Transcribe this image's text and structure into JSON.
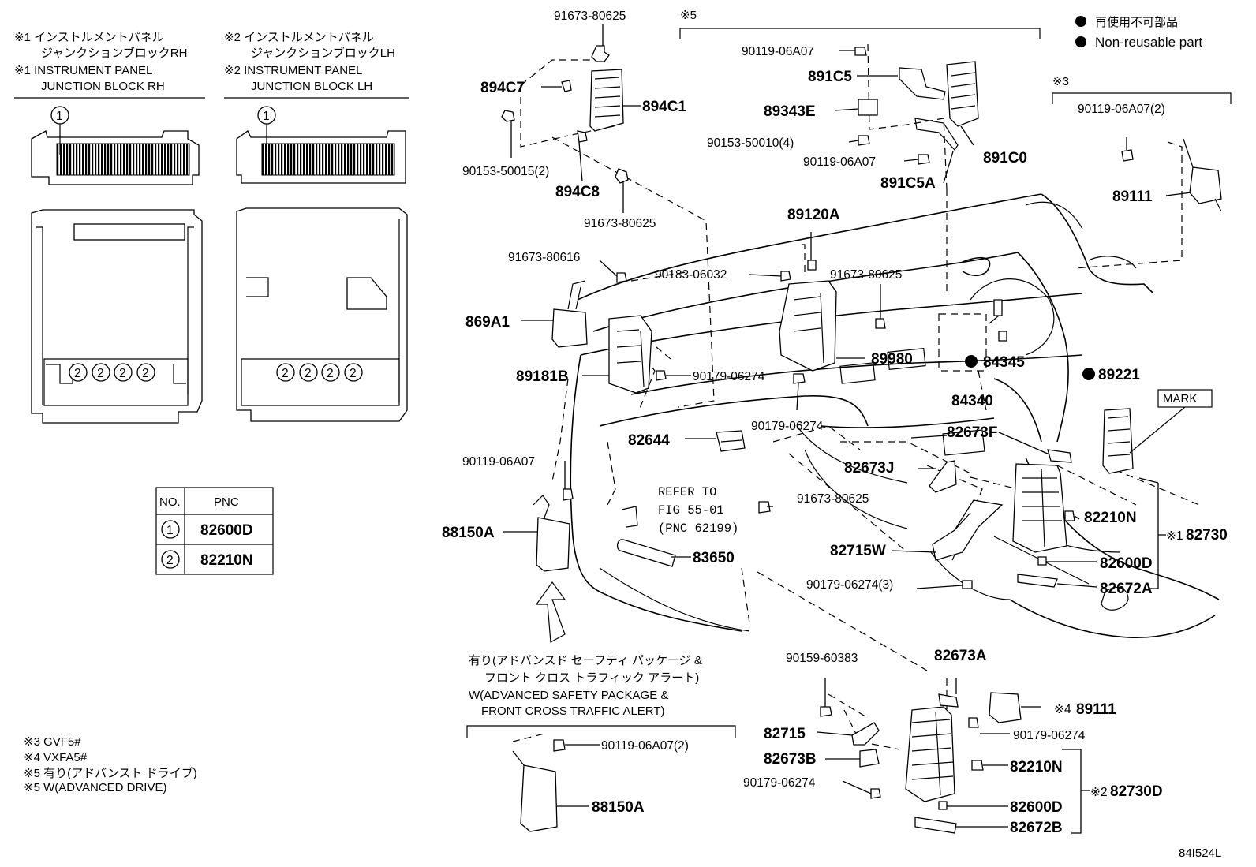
{
  "legend": {
    "jp": "再使用不可部品",
    "en": "Non-reusable part"
  },
  "junction_blocks": {
    "rh": {
      "jp_line1": "※1 インストルメントパネル",
      "jp_line2": "ジャンクションブロックRH",
      "en_line1": "※1 INSTRUMENT PANEL",
      "en_line2": "JUNCTION BLOCK RH"
    },
    "lh": {
      "jp_line1": "※2 インストルメントパネル",
      "jp_line2": "ジャンクションブロックLH",
      "en_line1": "※2 INSTRUMENT PANEL",
      "en_line2": "JUNCTION BLOCK LH"
    }
  },
  "callouts": {
    "one": "1",
    "two": "2"
  },
  "pnc_table": {
    "headers": [
      "NO.",
      "PNC"
    ],
    "rows": [
      {
        "no": "1",
        "pnc": "82600D"
      },
      {
        "no": "2",
        "pnc": "82210N"
      }
    ]
  },
  "footnotes": [
    "※3 GVF5#",
    "※4 VXFA5#",
    "※5 有り(アドバンスト ドライブ)",
    "※5 W(ADVANCED DRIVE)"
  ],
  "markers": {
    "m5": "※5",
    "m3": "※3"
  },
  "mark_label": "MARK",
  "safety_package": {
    "jp_line1": "有り(アドバンスド セーフティ パッケージ &",
    "jp_line2": "フロント クロス トラフィック アラート)",
    "en_line1": "W(ADVANCED SAFETY PACKAGE &",
    "en_line2": "FRONT CROSS TRAFFIC ALERT)"
  },
  "refer": {
    "line1": "REFER TO",
    "line2": "FIG 55-01",
    "line3": "(PNC 62199)"
  },
  "parts": {
    "p91673_80625_a": "91673-80625",
    "p894C7": "894C7",
    "p894C1": "894C1",
    "p90153_50015": "90153-50015(2)",
    "p894C8": "894C8",
    "p91673_80625_b": "91673-80625",
    "p90119_06A07_a": "90119-06A07",
    "p891C5": "891C5",
    "p89343E": "89343E",
    "p90153_50010": "90153-50010(4)",
    "p90119_06A07_b": "90119-06A07",
    "p891C0": "891C0",
    "p891C5A": "891C5A",
    "p90119_06A07_2a": "90119-06A07(2)",
    "p89111_a": "89111",
    "p89120A": "89120A",
    "p91673_80616": "91673-80616",
    "p90183_06032": "90183-06032",
    "p91673_80625_c": "91673-80625",
    "p869A1": "869A1",
    "p89980": "89980",
    "p84345": "84345",
    "p89181B": "89181B",
    "p90179_06274_a": "90179-06274",
    "p89221": "89221",
    "p84340": "84340",
    "p90179_06274_b": "90179-06274",
    "p82673F": "82673F",
    "p82644": "82644",
    "p82673J": "82673J",
    "p90119_06A07_c": "90119-06A07",
    "p91673_80625_d": "91673-80625",
    "p82210N_a": "82210N",
    "p82730": "82730",
    "p88150A_a": "88150A",
    "p83650": "83650",
    "p82715W": "82715W",
    "p82600D_a": "82600D",
    "p90179_06274_3": "90179-06274(3)",
    "p82672A": "82672A",
    "p90159_60383": "90159-60383",
    "p82673A": "82673A",
    "p89111_b": "89111",
    "p82715": "82715",
    "p90179_06274_c": "90179-06274",
    "p82673B": "82673B",
    "p82210N_b": "82210N",
    "p90179_06274_d": "90179-06274",
    "p82730D": "82730D",
    "p82600D_b": "82600D",
    "p82672B": "82672B",
    "p90119_06A07_2b": "90119-06A07(2)",
    "p88150A_b": "88150A"
  },
  "marks": {
    "x1": "※1",
    "x2": "※2",
    "x4": "※4"
  },
  "figure_code": "84I524L"
}
